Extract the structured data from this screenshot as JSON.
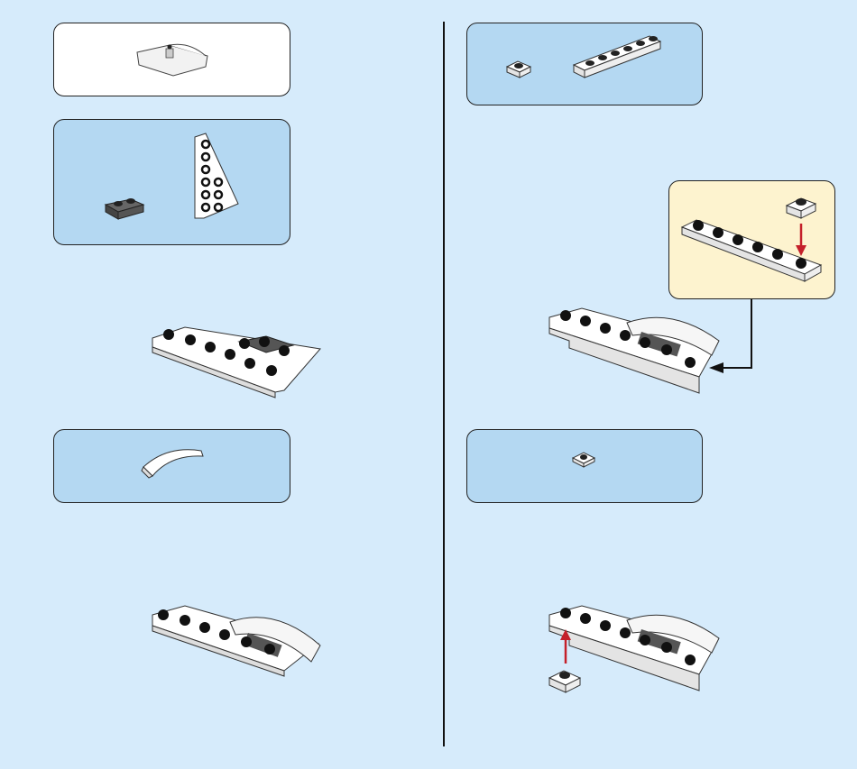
{
  "page": {
    "background": "#d6ebfb",
    "panel_blue": "#b4d8f2",
    "callout_cream": "#fdf3cf",
    "arrow_red": "#c4202a"
  },
  "steps": [
    {
      "id": "left-1",
      "parts_box": "white",
      "icon": "assembled-preview-icon"
    },
    {
      "id": "left-2",
      "parts_box": "blue",
      "parts": [
        "dark-gray-1x2-plate-icon",
        "white-wedge-plate-icon"
      ],
      "result": "wedge-with-dark-plate-icon"
    },
    {
      "id": "left-3",
      "parts_box": "blue",
      "parts": [
        "white-curved-slope-icon"
      ],
      "result": "wedge-with-curved-slope-icon"
    },
    {
      "id": "right-1",
      "parts_box": "blue",
      "parts": [
        "white-1x1-plate-icon",
        "white-1x6-plate-icon"
      ],
      "callout": "plate-with-tile-callout",
      "result": "stacked-wedge-assembly-icon"
    },
    {
      "id": "right-2",
      "parts_box": "blue",
      "parts": [
        "white-1x1-round-plate-icon"
      ],
      "result": "assembly-with-underside-plate-icon"
    }
  ]
}
